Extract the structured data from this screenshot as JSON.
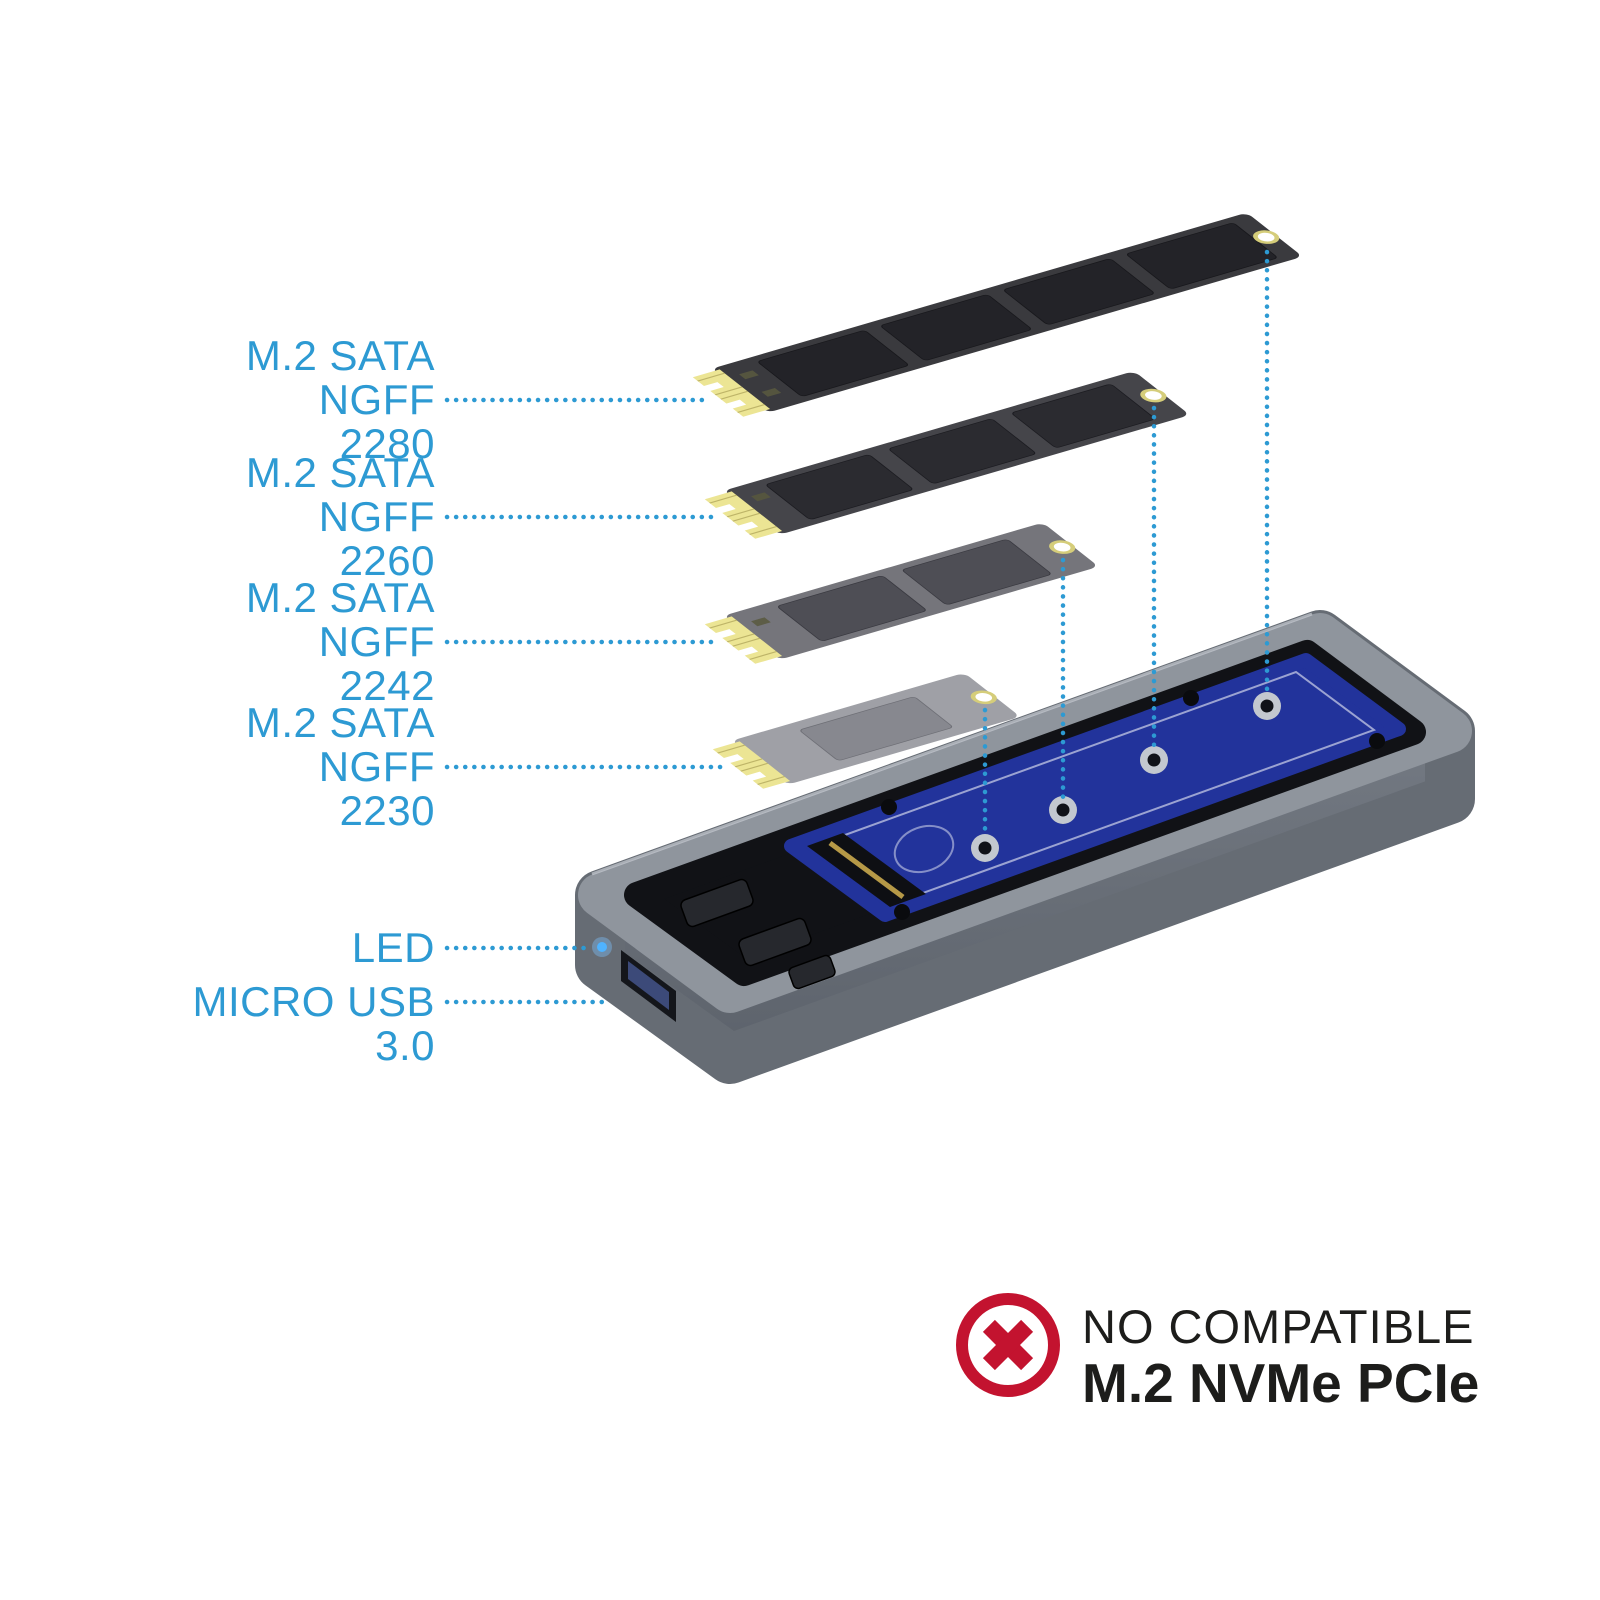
{
  "page": {
    "type": "product-compatibility-diagram",
    "background": "#ffffff"
  },
  "ssd_labels": [
    {
      "name": "M.2 SATA NGFF",
      "size": "2280"
    },
    {
      "name": "M.2 SATA NGFF",
      "size": "2260"
    },
    {
      "name": "M.2 SATA NGFF",
      "size": "2242"
    },
    {
      "name": "M.2 SATA NGFF",
      "size": "2230"
    }
  ],
  "port_labels": {
    "led": "LED",
    "micro_usb": "MICRO USB 3.0"
  },
  "warning": {
    "line1": "NO COMPATIBLE",
    "line2": "M.2 NVMe PCIe"
  },
  "icons": {
    "warning": "x-circle-icon"
  },
  "colors": {
    "label_blue": "#2d9ad3",
    "leader_blue": "#2d9ad3",
    "warning_red": "#c3132f",
    "pcb_blue": "#22339b",
    "enclosure_gray": "#8f959d",
    "text_black": "#1d1d1b",
    "gold_connector": "#ece594"
  }
}
